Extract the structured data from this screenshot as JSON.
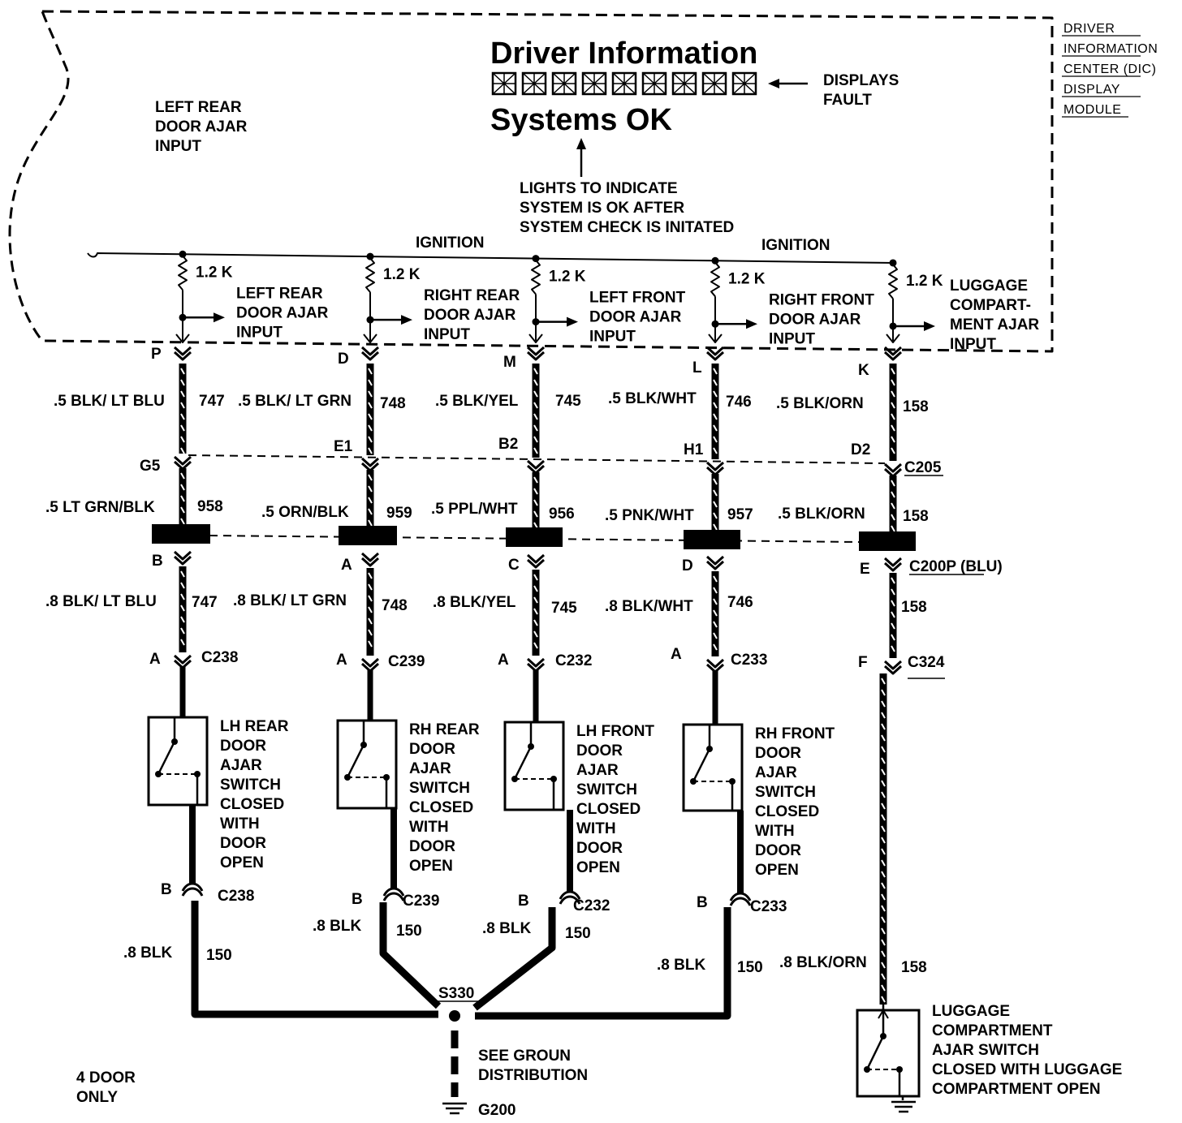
{
  "module": {
    "title_line1": "Driver Information",
    "title_line2": "Systems OK",
    "displays_fault": [
      "DISPLAYS",
      "FAULT"
    ],
    "dic_label": [
      "DRIVER",
      "INFORMATION",
      "CENTER (DIC)",
      "DISPLAY",
      "MODULE"
    ],
    "lights_note": [
      "LIGHTS TO INDICATE",
      "SYSTEM IS OK AFTER",
      "SYSTEM CHECK IS INITATED"
    ],
    "ignition_labels": [
      "IGNITION",
      "IGNITION"
    ],
    "outer_note": [
      "LEFT REAR",
      "DOOR AJAR",
      "INPUT"
    ]
  },
  "circuits": [
    {
      "resistor": "1.2 K",
      "input_label": [
        "LEFT REAR",
        "DOOR AJAR",
        "INPUT"
      ],
      "pin_top": "P",
      "wire_upper": ".5 BLK/ LT BLU",
      "circuit_upper": "747",
      "c205_pin": "G5",
      "wire_mid": ".5 LT GRN/BLK",
      "circuit_mid": "958",
      "c200_pin": "B",
      "wire_lower": ".8 BLK/ LT BLU",
      "circuit_lower": "747",
      "sw_conn_top_pin": "A",
      "sw_conn": "C238",
      "switch_label": [
        "LH REAR",
        "DOOR",
        "AJAR",
        "SWITCH",
        "CLOSED",
        "WITH",
        "DOOR",
        "OPEN"
      ],
      "sw_conn_bot_pin": "B",
      "sw_conn_bot": "C238",
      "ground_wire": ".8 BLK",
      "ground_circuit": "150"
    },
    {
      "resistor": "1.2 K",
      "input_label": [
        "RIGHT REAR",
        "DOOR AJAR",
        "INPUT"
      ],
      "pin_top": "D",
      "wire_upper": ".5 BLK/ LT GRN",
      "circuit_upper": "748",
      "c205_pin": "E1",
      "wire_mid": ".5 ORN/BLK",
      "circuit_mid": "959",
      "c200_pin": "A",
      "wire_lower": ".8 BLK/ LT GRN",
      "circuit_lower": "748",
      "sw_conn_top_pin": "A",
      "sw_conn": "C239",
      "switch_label": [
        "RH REAR",
        "DOOR",
        "AJAR",
        "SWITCH",
        "CLOSED",
        "WITH",
        "DOOR",
        "OPEN"
      ],
      "sw_conn_bot_pin": "B",
      "sw_conn_bot": "C239",
      "ground_wire": ".8 BLK",
      "ground_circuit": "150"
    },
    {
      "resistor": "1.2 K",
      "input_label": [
        "LEFT FRONT",
        "DOOR AJAR",
        "INPUT"
      ],
      "pin_top": "M",
      "wire_upper": ".5 BLK/YEL",
      "circuit_upper": "745",
      "c205_pin": "B2",
      "wire_mid": ".5 PPL/WHT",
      "circuit_mid": "956",
      "c200_pin": "C",
      "wire_lower": ".8 BLK/YEL",
      "circuit_lower": "745",
      "sw_conn_top_pin": "A",
      "sw_conn": "C232",
      "switch_label": [
        "LH FRONT",
        "DOOR",
        "AJAR",
        "SWITCH",
        "CLOSED",
        "WITH",
        "DOOR",
        "OPEN"
      ],
      "sw_conn_bot_pin": "B",
      "sw_conn_bot": "C232",
      "ground_wire": ".8 BLK",
      "ground_circuit": "150"
    },
    {
      "resistor": "1.2 K",
      "input_label": [
        "RIGHT FRONT",
        "DOOR AJAR",
        "INPUT"
      ],
      "pin_top": "L",
      "wire_upper": ".5 BLK/WHT",
      "circuit_upper": "746",
      "c205_pin": "H1",
      "wire_mid": ".5 PNK/WHT",
      "circuit_mid": "957",
      "c200_pin": "D",
      "wire_lower": ".8 BLK/WHT",
      "circuit_lower": "746",
      "sw_conn_top_pin": "A",
      "sw_conn": "C233",
      "switch_label": [
        "RH FRONT",
        "DOOR",
        "AJAR",
        "SWITCH",
        "CLOSED",
        "WITH",
        "DOOR",
        "OPEN"
      ],
      "sw_conn_bot_pin": "B",
      "sw_conn_bot": "C233",
      "ground_wire": ".8 BLK",
      "ground_circuit": "150"
    },
    {
      "resistor": "1.2 K",
      "input_label": [
        "LUGGAGE",
        "COMPART-",
        "MENT AJAR",
        "INPUT"
      ],
      "pin_top": "K",
      "wire_upper": ".5 BLK/ORN",
      "circuit_upper": "158",
      "c205_pin": "D2",
      "c205_label": "C205",
      "wire_mid": ".5 BLK/ORN",
      "circuit_mid": "158",
      "c200_pin": "E",
      "c200_label": "C200P (BLU)",
      "circuit_lower": "158",
      "sw_conn_top_pin": "F",
      "sw_conn": "C324",
      "ground_wire": ".8 BLK/ORN",
      "ground_circuit": "158",
      "switch_label": [
        "LUGGAGE",
        "COMPARTMENT",
        "AJAR SWITCH",
        "CLOSED WITH LUGGAGE",
        "COMPARTMENT OPEN"
      ]
    }
  ],
  "ground": {
    "splice": "S330",
    "note": [
      "SEE GROUN",
      "DISTRIBUTION"
    ],
    "ground_name": "G200"
  },
  "footnote": [
    "4 DOOR",
    "ONLY"
  ]
}
